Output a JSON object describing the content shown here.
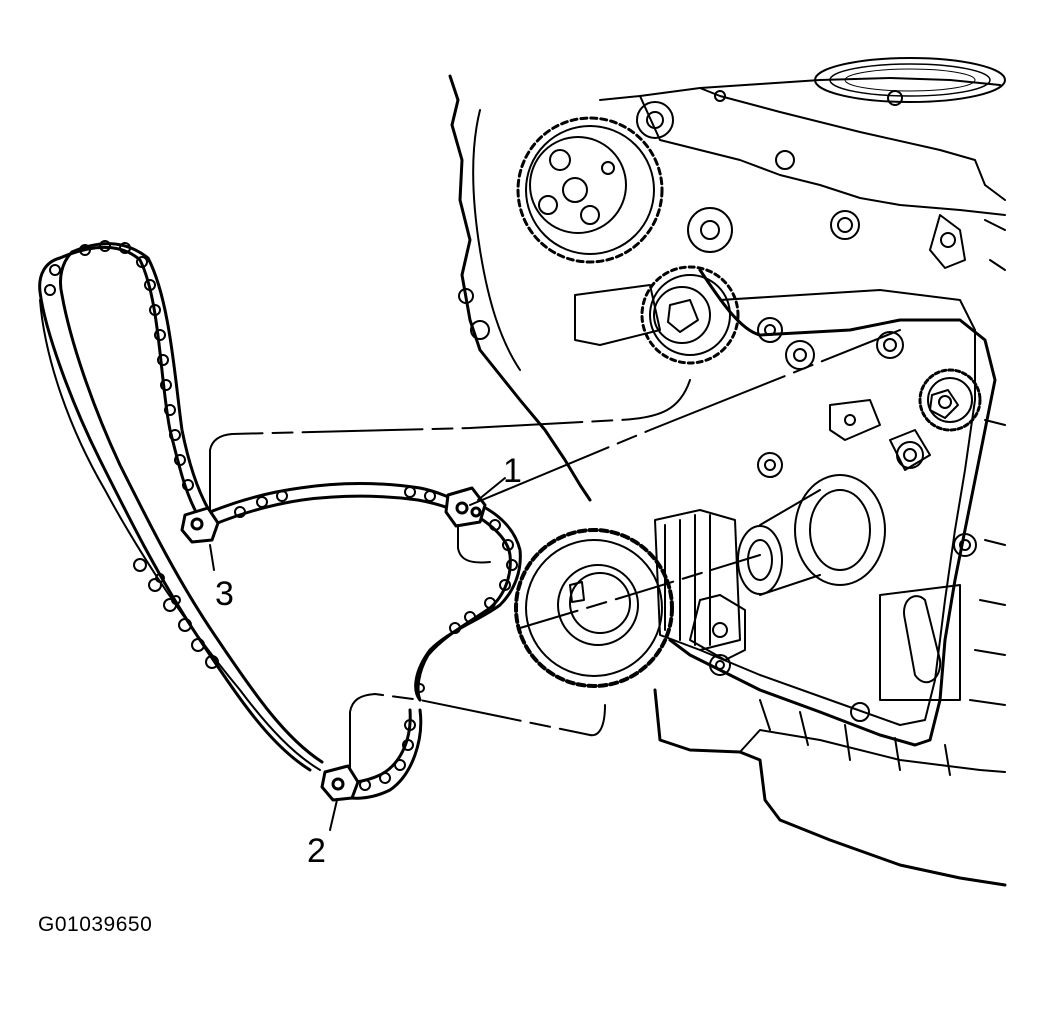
{
  "figure": {
    "id": "G01039650",
    "callouts": [
      {
        "number": "1",
        "part": "chain-link-marker-1"
      },
      {
        "number": "2",
        "part": "chain-link-marker-2"
      },
      {
        "number": "3",
        "part": "chain-link-marker-3"
      }
    ]
  },
  "colors": {
    "line": "#000000",
    "background": "#ffffff"
  }
}
